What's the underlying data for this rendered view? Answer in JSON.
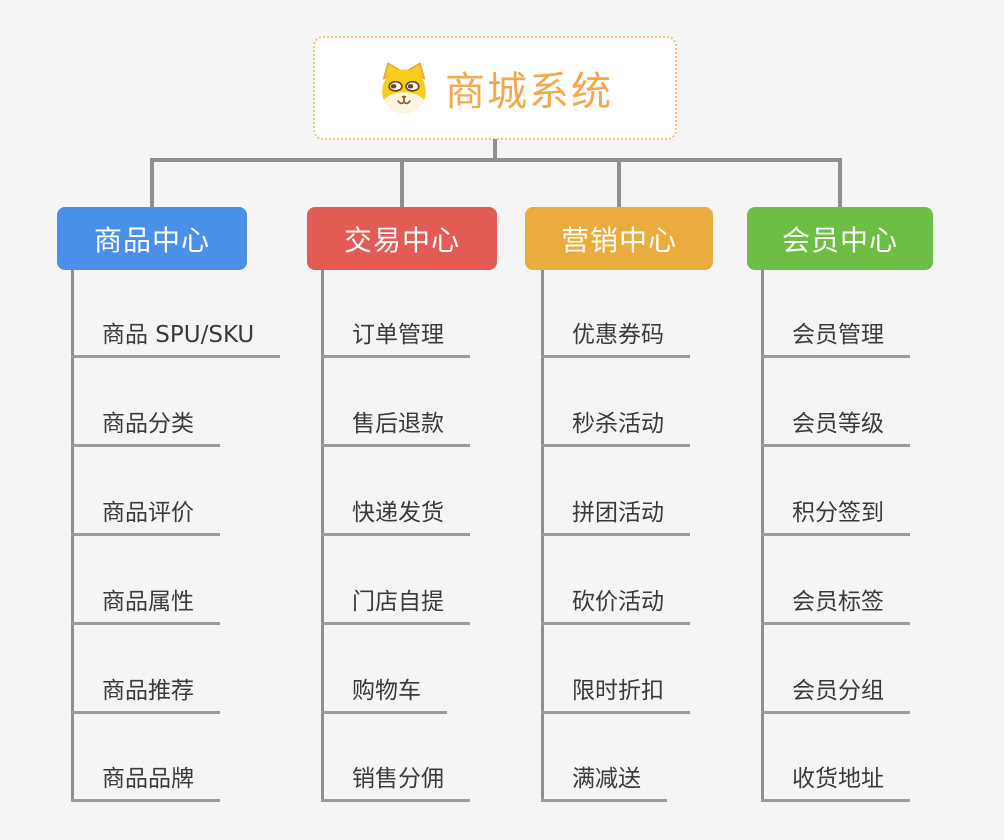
{
  "root": {
    "title": "商城系统",
    "icon": "shiba-dog-icon"
  },
  "colors": {
    "background": "#f5f5f5",
    "root_text": "#f2a94e",
    "root_border": "#f2c27b",
    "connector": "#8f8f8f",
    "item_text": "#3a3a3a",
    "branch_product": "#4a90e8",
    "branch_trade": "#e25b55",
    "branch_marketing": "#ebac3f",
    "branch_member": "#6cbe45"
  },
  "branches": [
    {
      "label": "商品中心",
      "color": "#4a90e8",
      "items": [
        {
          "label": "商品 SPU/SKU"
        },
        {
          "label": "商品分类"
        },
        {
          "label": "商品评价"
        },
        {
          "label": "商品属性"
        },
        {
          "label": "商品推荐"
        },
        {
          "label": "商品品牌"
        }
      ]
    },
    {
      "label": "交易中心",
      "color": "#e25b55",
      "items": [
        {
          "label": "订单管理"
        },
        {
          "label": "售后退款"
        },
        {
          "label": "快递发货"
        },
        {
          "label": "门店自提"
        },
        {
          "label": "购物车"
        },
        {
          "label": "销售分佣"
        }
      ]
    },
    {
      "label": "营销中心",
      "color": "#ebac3f",
      "items": [
        {
          "label": "优惠券码"
        },
        {
          "label": "秒杀活动"
        },
        {
          "label": "拼团活动"
        },
        {
          "label": "砍价活动"
        },
        {
          "label": "限时折扣"
        },
        {
          "label": "满减送"
        }
      ]
    },
    {
      "label": "会员中心",
      "color": "#6cbe45",
      "items": [
        {
          "label": "会员管理"
        },
        {
          "label": "会员等级"
        },
        {
          "label": "积分签到"
        },
        {
          "label": "会员标签"
        },
        {
          "label": "会员分组"
        },
        {
          "label": "收货地址"
        }
      ]
    }
  ]
}
